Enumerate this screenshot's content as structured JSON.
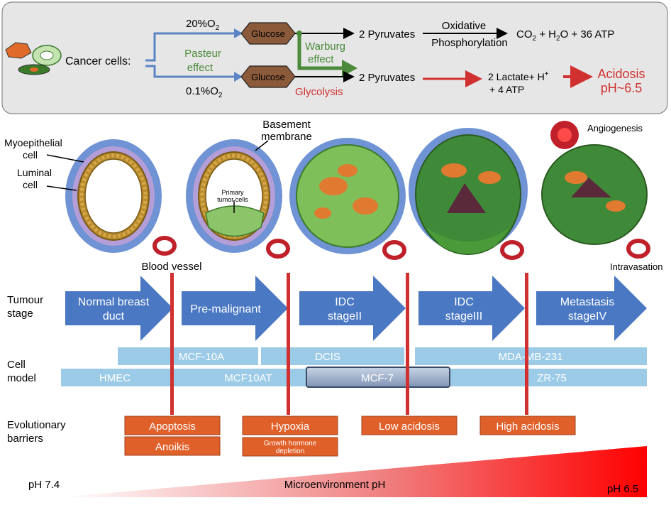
{
  "metabolism": {
    "cancer_cells": "Cancer cells:",
    "o2_high": "20%O",
    "o2_low": "0.1%O",
    "o2_sub": "2",
    "pasteur": [
      "Pasteur",
      "effect"
    ],
    "warburg": [
      "Warburg",
      "effect"
    ],
    "glucose": "Glucose",
    "pyruvates": "2 Pyruvates",
    "oxidative": "Oxidative",
    "phosphorylation": "Phosphorylation",
    "co2": "CO",
    "co2_rest": " + H",
    "h2o_rest": "O + 36 ATP",
    "glycolysis": "Glycolysis",
    "lactate": "2 Lactate+ H",
    "lactate_sup": "+",
    "atp4": "+ 4 ATP",
    "acidosis": "Acidosis",
    "acid_ph": "pH~6.5",
    "colors": {
      "panel": "#e6e6e6",
      "blue_arrow": "#5b84c4",
      "green": "#4a8a3a",
      "red": "#d0302f",
      "hexagon": "#8b5a3a"
    }
  },
  "illustrations": {
    "myoepithelial": [
      "Myoepithelial",
      "cell"
    ],
    "luminal": [
      "Luminal",
      "cell"
    ],
    "basement": [
      "Basement",
      "membrane"
    ],
    "primary_tumor": [
      "Primary",
      "tumor cells"
    ],
    "blood_vessel": "Blood vessel",
    "angiogenesis": "Angiogenesis",
    "intravasation": "Intravasation"
  },
  "rows": {
    "tumour_stage": [
      "Tumour",
      "stage"
    ],
    "cell_model": [
      "Cell",
      "model"
    ],
    "barriers": [
      "Evolutionary",
      "barriers"
    ]
  },
  "stages": [
    {
      "lines": [
        "Normal breast",
        "duct"
      ]
    },
    {
      "lines": [
        "Pre-malignant"
      ]
    },
    {
      "lines": [
        "IDC",
        "stageII"
      ]
    },
    {
      "lines": [
        "IDC",
        "stageIII"
      ]
    },
    {
      "lines": [
        "Metastasis",
        "stageIV"
      ]
    }
  ],
  "cell_models": {
    "mcf10a": "MCF-10A",
    "dcis": "DCIS",
    "mdamb231": "MDA-MB-231",
    "hmec": "HMEC",
    "mcf10at": "MCF10AT",
    "mcf7": "MCF-7",
    "zr75": "ZR-75"
  },
  "barriers": {
    "apoptosis": "Apoptosis",
    "anoikis": "Anoikis",
    "hypoxia": "Hypoxia",
    "growth_hormone": [
      "Growth hormone",
      "depletion"
    ],
    "low_acidosis": "Low acidosis",
    "high_acidosis": "High acidosis"
  },
  "ph_scale": {
    "left": "pH 7.4",
    "center": "Microenvironment pH",
    "right": "pH 6.5"
  }
}
